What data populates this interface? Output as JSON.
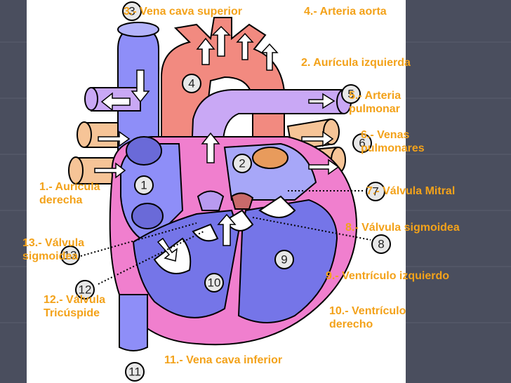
{
  "colors": {
    "label": "#f3a21a",
    "background": "#4a4e5e",
    "panel": "#ffffff",
    "vein_blue": "#8e8ef8",
    "chamber_blue": "#7575e8",
    "aorta_red": "#f28a80",
    "pulmonary_purple": "#c9a8f5",
    "pulmonary_vein_orange": "#f6c497",
    "myocardium_pink": "#f07fce"
  },
  "labels": {
    "l1": "1.- Aurícula derecha",
    "l2": "2. Aurícula izquierda",
    "l3": "3.- Vena cava superior",
    "l4": "4.- Arteria aorta",
    "l5": "5.- Arteria pulmonar",
    "l6": "6.- Venas pulmonares",
    "l7": "7.- Válvula Mitral",
    "l8": "8.- Válvula sigmoidea",
    "l9": "9.- Ventrículo izquierdo",
    "l10": "10.- Ventrículo derecho",
    "l11": "11.- Vena cava inferior",
    "l12": "12.- Válvula Tricúspide",
    "l13": "13.- Válvula sigmoidea"
  },
  "markers": [
    "1",
    "2",
    "3",
    "4",
    "5",
    "6",
    "7",
    "8",
    "9",
    "10",
    "11",
    "12",
    "13"
  ]
}
